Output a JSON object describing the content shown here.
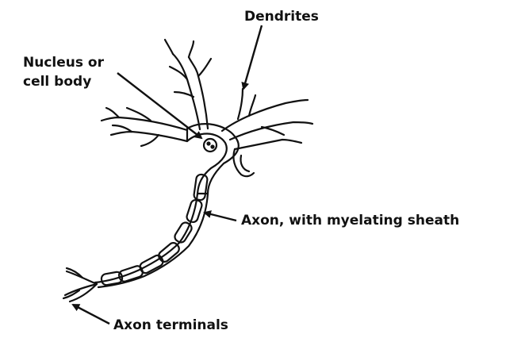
{
  "diagram": {
    "labels": {
      "dendrites": "Dendrites",
      "nucleus_line1": "Nucleus or",
      "nucleus_line2": "cell body",
      "axon": "Axon, with myelating sheath",
      "axon_terminals": "Axon terminals"
    },
    "colors": {
      "ink": "#111111",
      "background": "#ffffff"
    }
  }
}
